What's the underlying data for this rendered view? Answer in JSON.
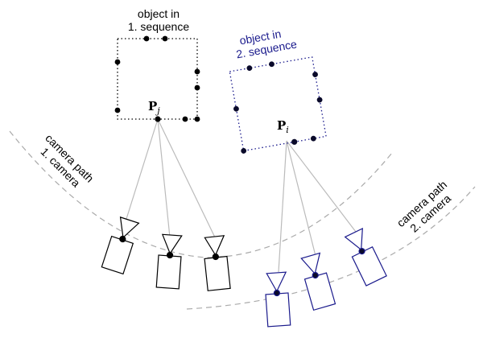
{
  "labels": {
    "object1_line1": "object in",
    "object1_line2": "1. sequence",
    "object2_line1": "object in",
    "object2_line2": "2. sequence",
    "path1_line1": "camera path",
    "path1_line2": "1. camera",
    "path2_line1": "camera path",
    "path2_line2": "2. camera",
    "point_j_symbol": "P",
    "point_j_sub": "j",
    "point_i_symbol": "P",
    "point_i_sub": "i"
  },
  "colors": {
    "sequence1": "#000000",
    "sequence2": "#1a1a8c",
    "rays": "#bbbbbb",
    "camera_path": "#aaaaaa"
  }
}
